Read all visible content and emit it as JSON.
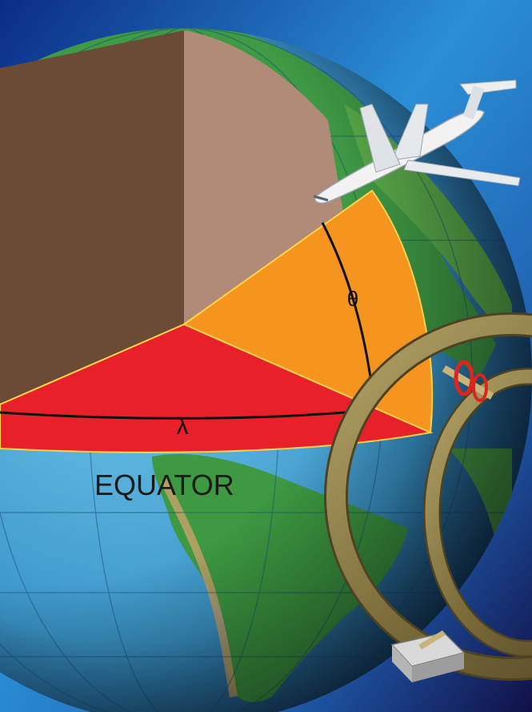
{
  "labels": {
    "equator": "EQUATOR",
    "longitude_symbol": "λ",
    "latitude_symbol": "θ"
  },
  "colors": {
    "space_dark": "#0d1045",
    "space_light": "#3a8fd0",
    "ocean": "#3e9fd2",
    "land": "#3f9a44",
    "cut_dark": "#6b4a36",
    "cut_light": "#b08b78",
    "wedge_orange": "#f5941e",
    "wedge_red": "#e8202a",
    "ring": "#8a7a45"
  },
  "icons": [
    "airplane-icon",
    "gimbal-rings-icon"
  ]
}
